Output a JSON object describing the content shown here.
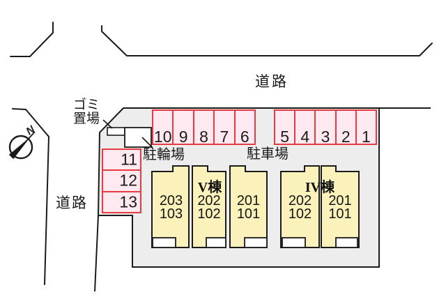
{
  "diagram": {
    "top_road_label": "道路",
    "left_road_label": "道路",
    "compass_north": "N",
    "garbage_label": "ゴミ\n置場",
    "bicycle_label": "駐輪場",
    "parking_label": "駐車場",
    "parking_spaces": {
      "top_left_row": [
        "10",
        "9",
        "8",
        "7",
        "6"
      ],
      "top_right_row": [
        "5",
        "4",
        "3",
        "2",
        "1"
      ],
      "left_column": [
        "11",
        "12",
        "13"
      ]
    },
    "buildings": {
      "v": {
        "name": "V棟",
        "units": [
          "203\n103",
          "202\n102",
          "201\n101"
        ]
      },
      "iv": {
        "name": "IV棟",
        "units": [
          "202\n102",
          "201\n101"
        ]
      }
    },
    "colors": {
      "site_fill": "#ededed",
      "parking_fill": "#fde9ef",
      "parking_border": "#e73b42",
      "building_fill": "#faf2ba",
      "line": "#1a1a1a"
    }
  }
}
